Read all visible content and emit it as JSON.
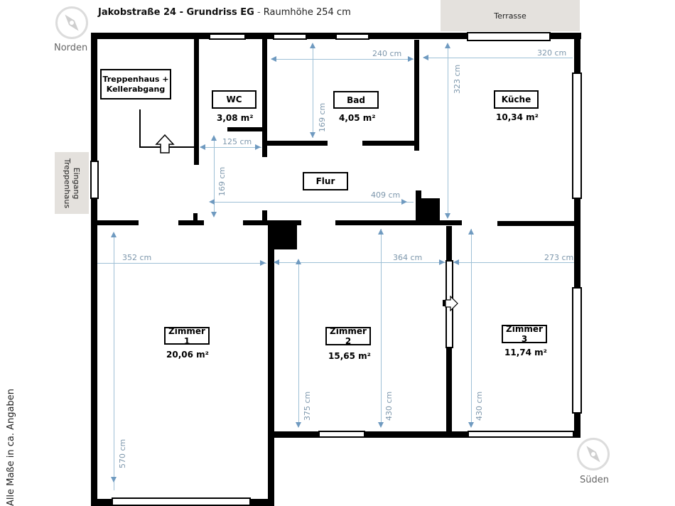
{
  "header": {
    "title_main": "Jakobstraße 24 - Grundriss EG",
    "separator": " - ",
    "title_sub": "Raumhöhe 254 cm"
  },
  "compass": {
    "north_label": "Norden",
    "south_label": "Süden"
  },
  "outside": {
    "terrace": "Terrasse",
    "entrance": "Eingang Treppenhaus",
    "entrance_line1": "Eingang",
    "entrance_line2": "Treppenhaus"
  },
  "note": "Alle Maße in ca. Angaben",
  "rooms": {
    "stair": {
      "name": "Treppenhaus + Kellerabgang",
      "line1": "Treppenhaus +",
      "line2": "Kellerabgang"
    },
    "wc": {
      "name": "WC",
      "area": "3,08 m²"
    },
    "bad": {
      "name": "Bad",
      "area": "4,05 m²"
    },
    "kueche": {
      "name": "Küche",
      "area": "10,34 m²"
    },
    "flur": {
      "name": "Flur"
    },
    "zimmer1": {
      "name": "Zimmer 1",
      "area": "20,06 m²"
    },
    "zimmer2": {
      "name": "Zimmer 2",
      "area": "15,65 m²"
    },
    "zimmer3": {
      "name": "Zimmer 3",
      "area": "11,74 m²"
    }
  },
  "dimensions": {
    "bad_width": "240 cm",
    "kueche_width": "320 cm",
    "kueche_depth": "323 cm",
    "bad_depth": "169 cm",
    "wc_width": "125 cm",
    "flur_depth": "169 cm",
    "flur_length": "409 cm",
    "zimmer1_width": "352 cm",
    "zimmer2_width": "364 cm",
    "zimmer3_width": "273 cm",
    "zimmer1_depth": "570 cm",
    "zimmer2_depth_a": "375 cm",
    "zimmer2_depth_b": "430 cm",
    "zimmer3_depth": "430 cm"
  }
}
